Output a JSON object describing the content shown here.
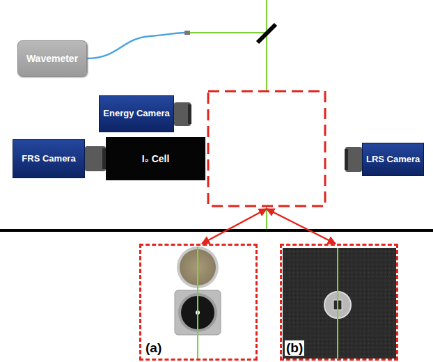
{
  "diagram": {
    "nodes": [
      {
        "text": [
          "Wavemeter"
        ]
      },
      {
        "text": [
          "Energy Camera"
        ]
      },
      {
        "text": [
          "FRS Camera"
        ]
      },
      {
        "text": [
          "I₂ Cell"
        ]
      },
      {
        "text": [
          "LRS Camera"
        ]
      },
      {
        "text": [
          "(a)"
        ]
      },
      {
        "text": [
          "(b)"
        ]
      }
    ]
  }
}
